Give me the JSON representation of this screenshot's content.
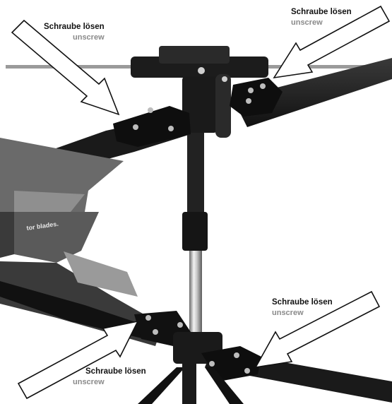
{
  "callouts": [
    {
      "de": "Schraube lösen",
      "en": "unscrew"
    },
    {
      "de": "Schraube lösen",
      "en": "unscrew"
    },
    {
      "de": "Schraube lösen",
      "en": "unscrew"
    },
    {
      "de": "Schraube lösen",
      "en": "unscrew"
    }
  ],
  "blade_print": "tor blades.",
  "colors": {
    "background": "#ffffff",
    "label_primary": "#111111",
    "label_secondary": "#8a8a8a",
    "metal_dark": "#1c1c1c"
  }
}
